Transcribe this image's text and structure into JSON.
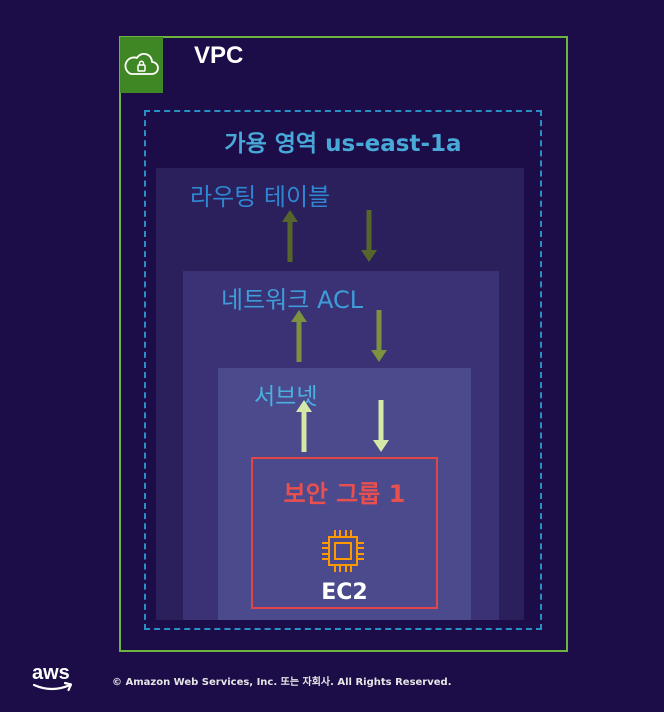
{
  "vpc": {
    "label": "VPC"
  },
  "availability_zone": {
    "label": "가용 영역 us-east-1a"
  },
  "route_table": {
    "label": "라우팅 테이블"
  },
  "network_acl": {
    "label": "네트워크 ACL"
  },
  "subnet": {
    "label": "서브넷"
  },
  "security_group": {
    "label": "보안 그룹 1"
  },
  "instance": {
    "label": "EC2",
    "icon": "ec2-chip-icon"
  },
  "footer": {
    "logo_text": "aws",
    "copyright": "© Amazon Web Services, Inc. 또는 자회사. All Rights Reserved."
  },
  "colors": {
    "background": "#1c0c47",
    "vpc_border": "#6db33f",
    "vpc_icon_bg": "#3f8624",
    "az_border": "#2a8fc4",
    "route_table_bg": "#2b1f5c",
    "network_acl_bg": "#3a3275",
    "subnet_bg": "#4b4a8c",
    "security_group_border": "#e04646",
    "ec2_icon": "#ff9900",
    "arrow_route_table": "#56662b",
    "arrow_network_acl": "#7d9140",
    "arrow_subnet": "#d4e8a8"
  }
}
